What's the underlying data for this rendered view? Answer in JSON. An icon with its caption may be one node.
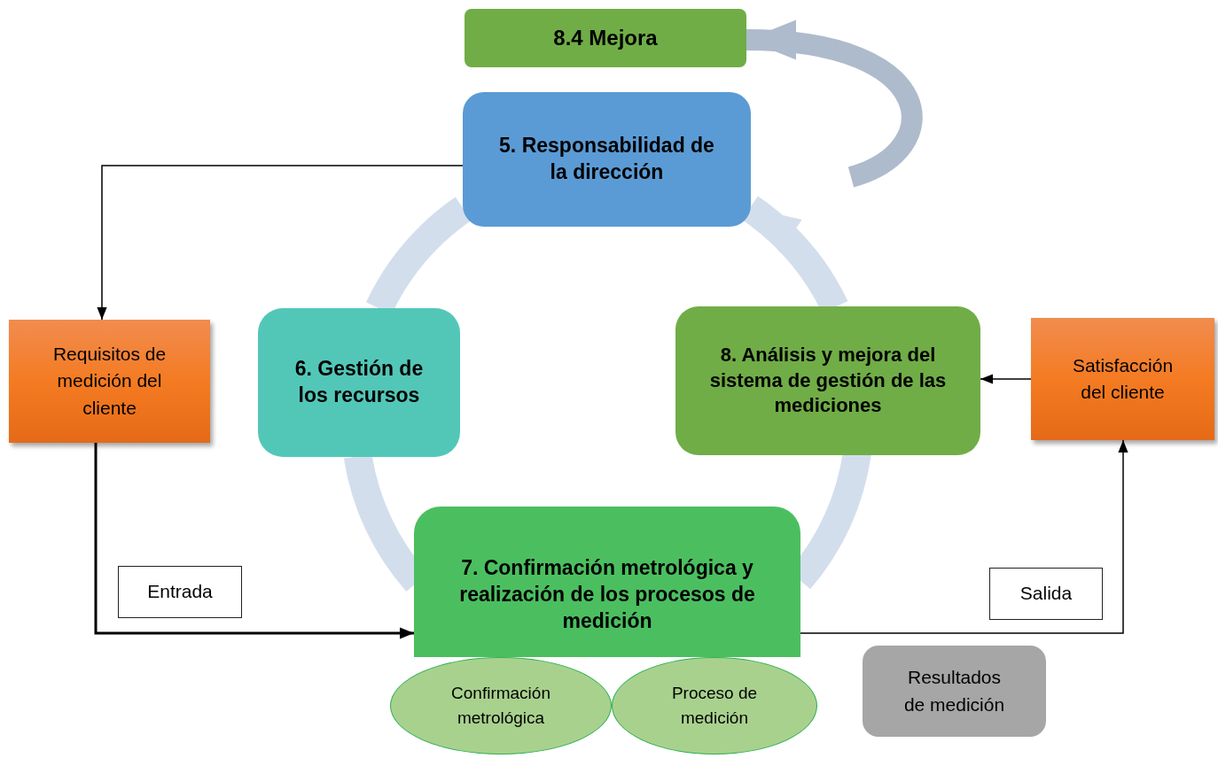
{
  "diagram": {
    "nodes": [
      {
        "text": [
          "8.4 Mejora"
        ]
      },
      {
        "text": [
          "5. Responsabilidad de la dirección"
        ]
      },
      {
        "text": [
          "Requisitos de medición del cliente"
        ]
      },
      {
        "text": [
          "6. Gestión de los recursos"
        ]
      },
      {
        "text": [
          "8. Análisis y mejora del sistema de gestión de las mediciones"
        ]
      },
      {
        "text": [
          "Satisfacción del cliente"
        ]
      },
      {
        "text": [
          "Entrada"
        ]
      },
      {
        "text": [
          "7. Confirmación metrológica y realización de los procesos de medición"
        ]
      },
      {
        "text": [
          "Confirmación metrológica"
        ]
      },
      {
        "text": [
          "Proceso de medición"
        ]
      },
      {
        "text": [
          "Salida"
        ]
      },
      {
        "text": [
          "Resultados de medición"
        ]
      }
    ],
    "edges": [
      {
        "from": 1,
        "to": 2,
        "arrow": "to"
      },
      {
        "from": 2,
        "to": 7,
        "arrow": "to"
      },
      {
        "from": 7,
        "to": 5,
        "arrow": "to"
      },
      {
        "from": 5,
        "to": 4,
        "arrow": "to"
      },
      {
        "from": 1,
        "to": 3,
        "arrow": "none",
        "color": "#d3deed"
      },
      {
        "from": 3,
        "to": 7,
        "arrow": "none",
        "color": "#d3deed"
      },
      {
        "from": 7,
        "to": 4,
        "arrow": "none",
        "color": "#d3deed"
      },
      {
        "from": 4,
        "to": 1,
        "arrow": "to",
        "color": "#d3deed"
      },
      {
        "from": null,
        "to": 0,
        "arrow": "to",
        "color": "#aebbcc"
      }
    ]
  }
}
